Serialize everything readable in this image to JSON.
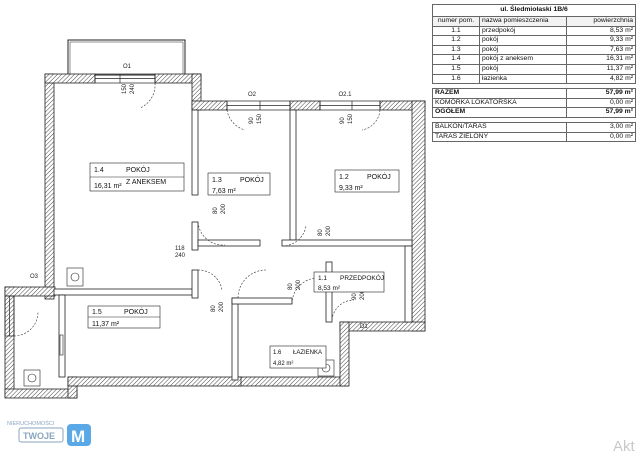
{
  "table": {
    "title": "ul. Śledmiołaski 1B/6",
    "headers": [
      "numer pom.",
      "nazwa pomieszczenia",
      "powierzchnia"
    ],
    "rows": [
      {
        "num": "1.1",
        "name": "przedpokój",
        "area": "8,53 m²"
      },
      {
        "num": "1.2",
        "name": "pokój",
        "area": "9,33 m²"
      },
      {
        "num": "1.3",
        "name": "pokój",
        "area": "7,63 m²"
      },
      {
        "num": "1.4",
        "name": "pokój z aneksem",
        "area": "16,31 m²"
      },
      {
        "num": "1.5",
        "name": "pokój",
        "area": "11,37 m²"
      },
      {
        "num": "1.6",
        "name": "łazienka",
        "area": "4,82 m²"
      }
    ],
    "summary": [
      {
        "name": "RAZEM",
        "area": "57,99 m²",
        "bold": true
      },
      {
        "name": "KOMÓRKA LOKATORSKA",
        "area": "0,00 m²",
        "bold": false
      },
      {
        "name": "OGÓŁEM",
        "area": "57,99 m²",
        "bold": true
      }
    ],
    "extra": [
      {
        "name": "BALKON/TARAS",
        "area": "3,00 m²"
      },
      {
        "name": "TARAS ZIELONY",
        "area": "0,00 m²"
      }
    ]
  },
  "rooms": [
    {
      "num": "1.4",
      "name1": "POKÓJ",
      "name2": "Z ANEKSEM",
      "area": "16,31 m²"
    },
    {
      "num": "1.3",
      "name1": "POKÓJ",
      "name2": "",
      "area": "7,63 m²"
    },
    {
      "num": "1.2",
      "name1": "POKÓJ",
      "name2": "",
      "area": "9,33 m²"
    },
    {
      "num": "1.1",
      "name1": "PRZEDPOKÓJ",
      "name2": "",
      "area": "8,53 m²"
    },
    {
      "num": "1.5",
      "name1": "POKÓJ",
      "name2": "",
      "area": "11,37 m²"
    },
    {
      "num": "1.6",
      "name1": "ŁAZIENKA",
      "name2": "",
      "area": "4,82 m²"
    }
  ],
  "windows": [
    {
      "code": "O1",
      "w": "150",
      "h": "240"
    },
    {
      "code": "O2",
      "w": "90",
      "h": "150"
    },
    {
      "code": "O2.1",
      "w": "90",
      "h": "150"
    },
    {
      "code": "O3",
      "w": "",
      "h": ""
    }
  ],
  "doors": [
    {
      "code": "D1",
      "w": "90",
      "h": "200"
    },
    {
      "code": "opening",
      "w": "118",
      "h": "240"
    },
    {
      "code": "d-13",
      "w": "80",
      "h": "200"
    },
    {
      "code": "d-12",
      "w": "80",
      "h": "200"
    },
    {
      "code": "d-15",
      "w": "80",
      "h": "200"
    },
    {
      "code": "d-16",
      "w": "80",
      "h": "200"
    }
  ],
  "logo": {
    "top": "NIERUCHOMOŚCI",
    "word": "TWOJE",
    "letter": "M"
  },
  "watermark": "Akt"
}
